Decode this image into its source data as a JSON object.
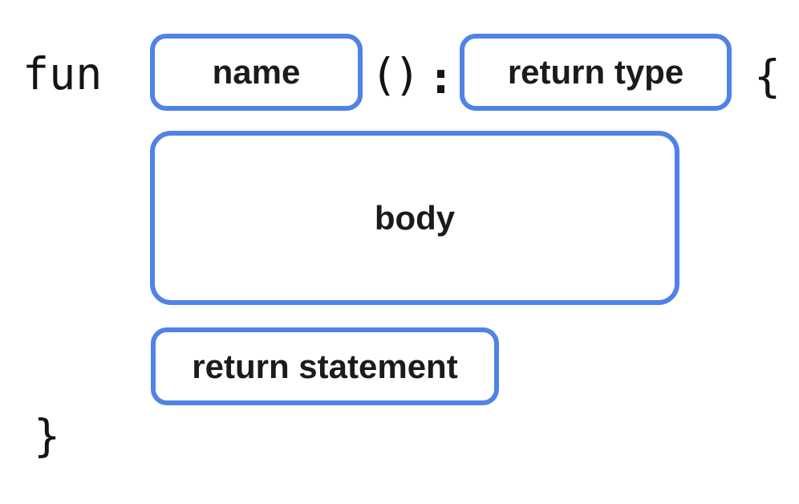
{
  "diagram": {
    "keyword": "fun",
    "open_paren": "(",
    "close_paren": ")",
    "colon": ":",
    "open_brace": "{",
    "close_brace": "}",
    "slots": {
      "name": "name",
      "return_type": "return type",
      "body": "body",
      "return_statement": "return statement"
    }
  },
  "colors": {
    "accent": "#5082E8",
    "text": "#1b1b1b",
    "background": "#ffffff"
  }
}
